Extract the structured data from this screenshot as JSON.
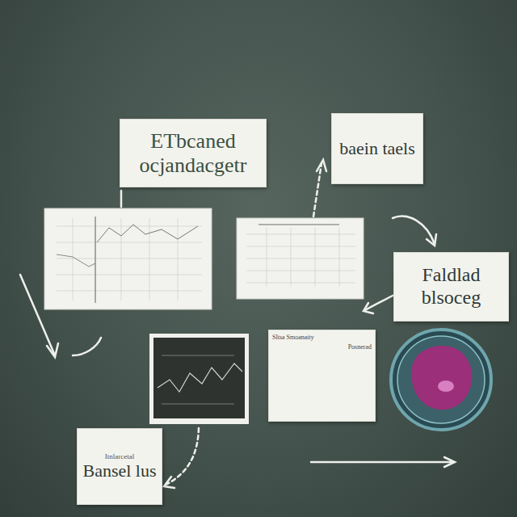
{
  "diagram": {
    "nodes": [
      {
        "text": [
          "ETbcaned ocjandacgetr"
        ]
      },
      {
        "text": [
          "baein taels"
        ]
      },
      {
        "text": [
          "Faldlad blsoceg"
        ]
      },
      {
        "text": [
          "Sltsa Smoanaity",
          "Posnerad"
        ]
      },
      {
        "text": [
          "Itnlarcetal",
          "Bansel lus"
        ]
      }
    ]
  }
}
